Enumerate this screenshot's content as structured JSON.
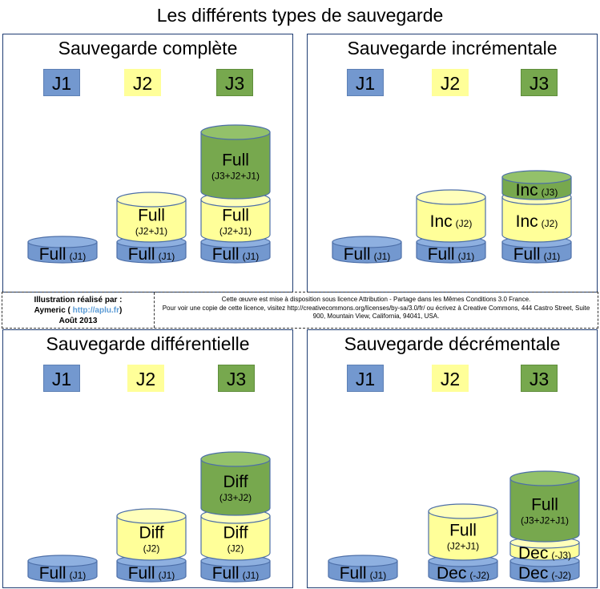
{
  "title": "Les différents types de sauvegarde",
  "days": {
    "j1": "J1",
    "j2": "J2",
    "j3": "J3"
  },
  "colors": {
    "blue_fill": "#7398cf",
    "blue_top": "#8eb0e0",
    "yellow_fill": "#ffff99",
    "yellow_top": "#ffffbb",
    "green_fill": "#77a84e",
    "green_top": "#93c16a",
    "stroke": "#4d6fa8"
  },
  "panels": {
    "complete": {
      "title": "Sauvegarde complète",
      "d1": {
        "main": "Full",
        "sub": "(J1)"
      },
      "d2b": {
        "main": "Full",
        "sub": "(J1)"
      },
      "d2t": {
        "main": "Full",
        "sub": "(J2+J1)"
      },
      "d3b": {
        "main": "Full",
        "sub": "(J1)"
      },
      "d3m": {
        "main": "Full",
        "sub": "(J2+J1)"
      },
      "d3t": {
        "main": "Full",
        "sub": "(J3+J2+J1)"
      }
    },
    "incremental": {
      "title": "Sauvegarde incrémentale",
      "d1": {
        "main": "Full",
        "sub": "(J1)"
      },
      "d2b": {
        "main": "Full",
        "sub": "(J1)"
      },
      "d2t": {
        "main": "Inc",
        "sub": "(J2)"
      },
      "d3b": {
        "main": "Full",
        "sub": "(J1)"
      },
      "d3m": {
        "main": "Inc",
        "sub": "(J2)"
      },
      "d3t": {
        "main": "Inc",
        "sub": "(J3)"
      }
    },
    "differential": {
      "title": "Sauvegarde différentielle",
      "d1": {
        "main": "Full",
        "sub": "(J1)"
      },
      "d2b": {
        "main": "Full",
        "sub": "(J1)"
      },
      "d2t": {
        "main": "Diff",
        "sub": "(J2)"
      },
      "d3b": {
        "main": "Full",
        "sub": "(J1)"
      },
      "d3m": {
        "main": "Diff",
        "sub": "(J2)"
      },
      "d3t": {
        "main": "Diff",
        "sub": "(J3+J2)"
      }
    },
    "decremental": {
      "title": "Sauvegarde décrémentale",
      "d1": {
        "main": "Full",
        "sub": "(J1)"
      },
      "d2b": {
        "main": "Dec",
        "sub": "(-J2)"
      },
      "d2t": {
        "main": "Full",
        "sub": "(J2+J1)"
      },
      "d3b": {
        "main": "Dec",
        "sub": "(-J2)"
      },
      "d3m": {
        "main": "Dec",
        "sub": "(-J3)"
      },
      "d3t": {
        "main": "Full",
        "sub": "(J3+J2+J1)"
      }
    }
  },
  "footer": {
    "credit1": "Illustration réalisé par :",
    "author": "Aymeric (",
    "link": "http://aplu.fr",
    "author_end": ")",
    "date": "Août 2013",
    "license1": "Cette œuvre est mise à disposition sous licence Attribution -  Partage dans les Mêmes Conditions 3.0 France.",
    "license2": "Pour voir une copie de cette licence, visitez http://creativecommons.org/licenses/by-sa/3.0/fr/ ou écrivez à Creative Commons, 444 Castro Street, Suite 900, Mountain View, California, 94041, USA."
  }
}
